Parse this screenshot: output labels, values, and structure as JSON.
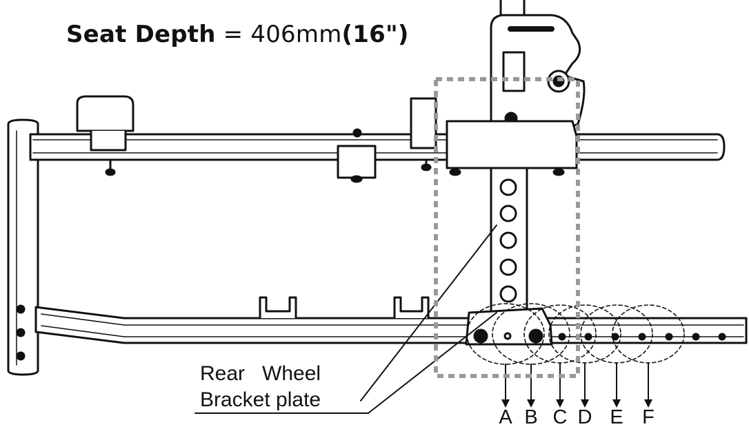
{
  "title": {
    "prefix": "Seat Depth",
    "equals": " = ",
    "value_mm": "406mm",
    "open_paren": "(",
    "value_in": "16\"",
    "close_paren": ")"
  },
  "callout": {
    "line1": "Rear   Wheel",
    "line2": "Bracket plate"
  },
  "positions": [
    "A",
    "B",
    "C",
    "D",
    "E",
    "F"
  ],
  "colors": {
    "ink": "#111111",
    "highlight_box": "#999999",
    "background": "#ffffff"
  }
}
